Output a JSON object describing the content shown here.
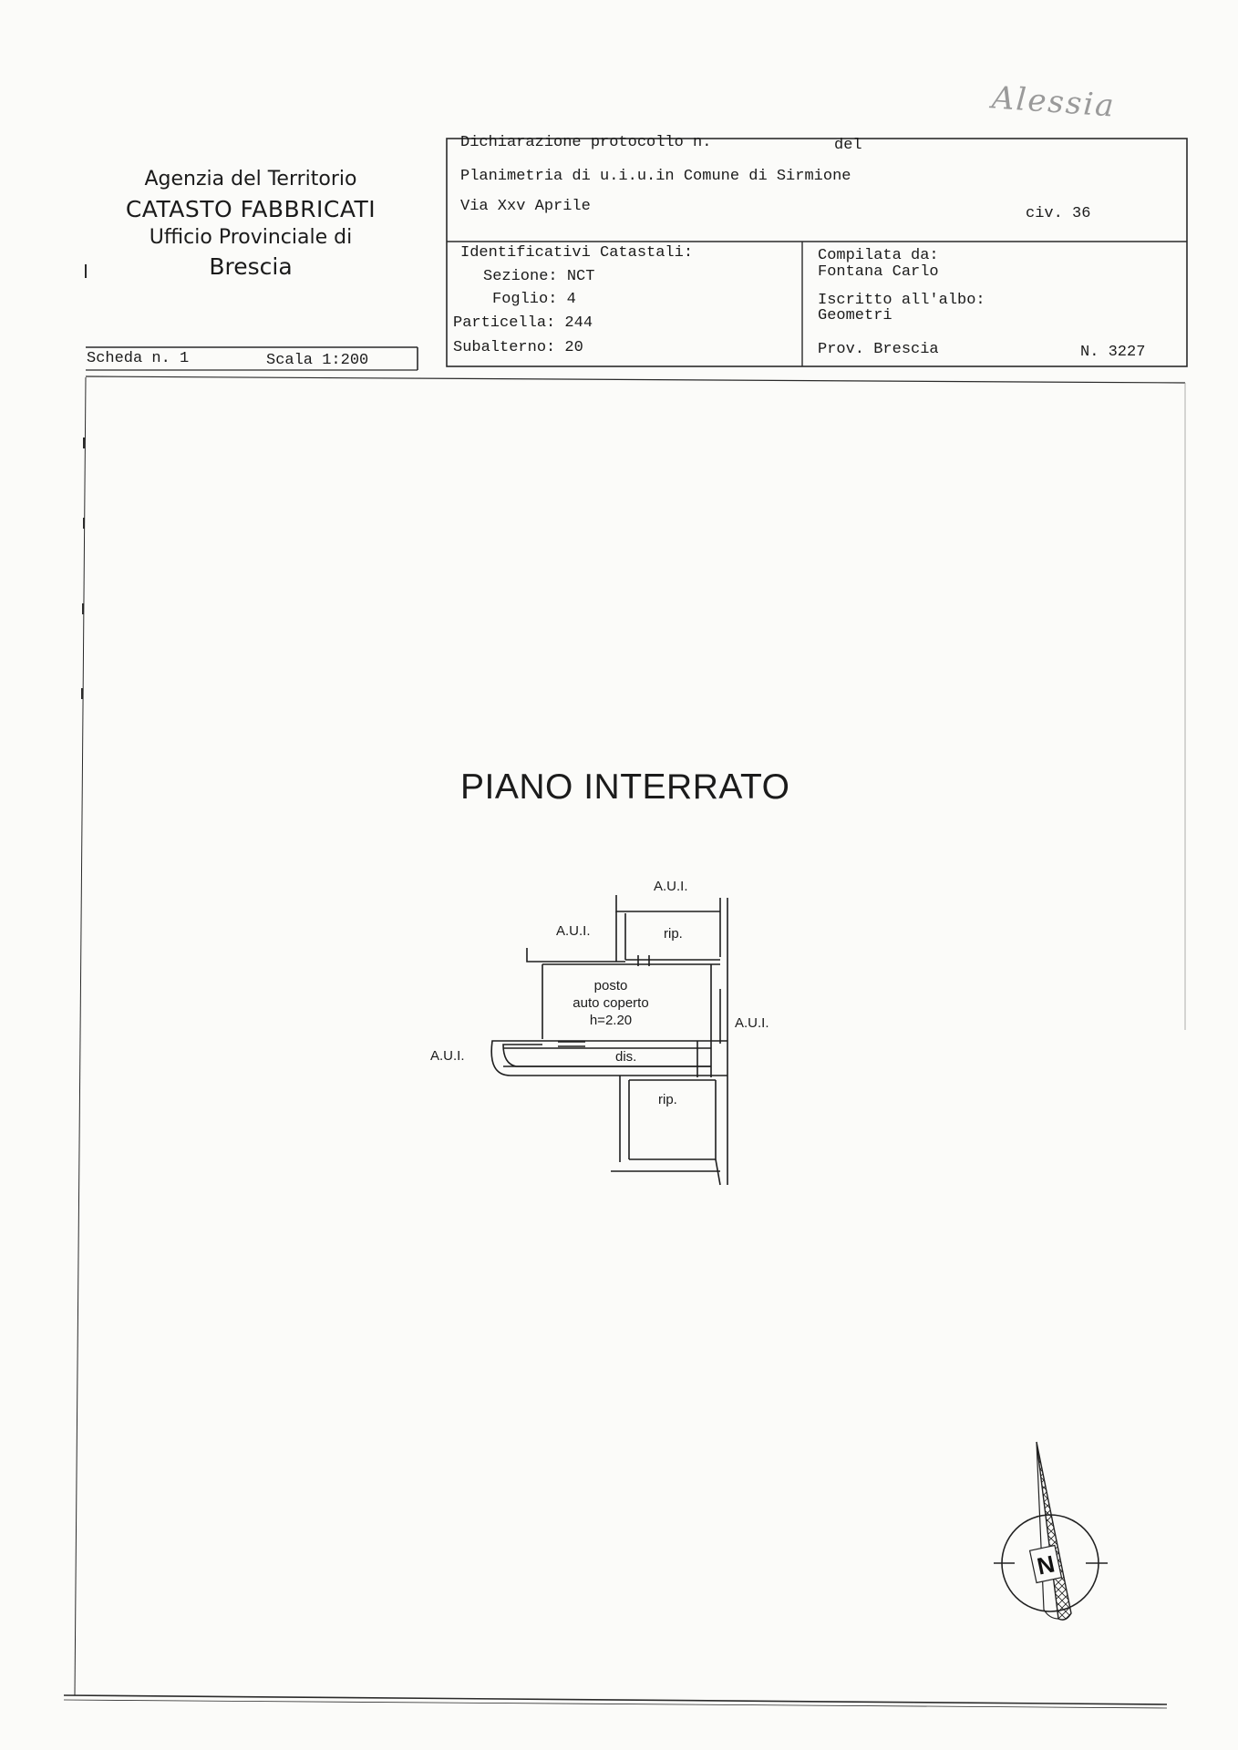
{
  "handwritten_note": "Alessia",
  "agency": {
    "line1": "Agenzia del Territorio",
    "line2": "CATASTO FABBRICATI",
    "line3": "Ufficio Provinciale di",
    "line4": "Brescia"
  },
  "header": {
    "declaration_label": "Dichiarazione protocollo n.",
    "del_label": "del",
    "planimetry_text": "Planimetria di u.i.u.in Comune di Sirmione",
    "address": "Via Xxv Aprile",
    "civic": "civ. 36"
  },
  "identifiers": {
    "heading": "Identificativi Catastali:",
    "sezione": "Sezione: NCT",
    "foglio": "Foglio: 4",
    "particella": "Particella: 244",
    "subalterno": "Subalterno: 20"
  },
  "compiler": {
    "compiled_by_label": "Compilata da:",
    "compiled_by_name": "Fontana Carlo",
    "registered_label": "Iscritto all'albo:",
    "registered_value": "Geometri",
    "province": "Prov. Brescia",
    "number": "N.  3227"
  },
  "sheet": {
    "scheda": "Scheda n. 1",
    "scala": "Scala 1:200"
  },
  "plan": {
    "title": "PIANO INTERRATO",
    "labels": {
      "aui_top": "A.U.I.",
      "aui_upper_left": "A.U.I.",
      "rip_top": "rip.",
      "posto_line1": "posto",
      "posto_line2": "auto coperto",
      "posto_line3": "h=2.20",
      "aui_right": "A.U.I.",
      "aui_left": "A.U.I.",
      "dis": "dis.",
      "rip_bottom": "rip."
    }
  },
  "compass": {
    "north_letter": "N"
  }
}
